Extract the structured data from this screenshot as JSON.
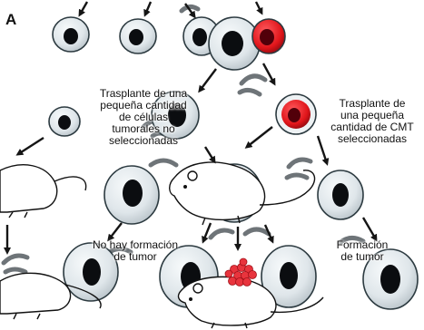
{
  "panel_label": "A",
  "left_branch": {
    "lines": [
      "Trasplante de una",
      "pequeña cantidad",
      "de células",
      "tumorales no",
      "seleccionadas"
    ],
    "result_lines": [
      "No hay formación",
      "de tumor"
    ]
  },
  "right_branch": {
    "lines": [
      "Trasplante de",
      "una pequeña",
      "cantidad de CMT",
      "seleccionadas"
    ],
    "result_lines": [
      "Formación",
      "de tumor"
    ]
  },
  "colors": {
    "cell_fill": "#dfe6ea",
    "cell_outline": "#2c3a40",
    "nucleus": "#0b0d10",
    "stem_cell_fill": "#e0151a",
    "stem_cell_nucleus": "#52000a",
    "tumor": "#e8343d",
    "arrow": "#151515",
    "membrane_arc": "#6e7478"
  },
  "icons": [
    "cell-icon",
    "cancer-stem-cell-icon",
    "mouse-icon",
    "tumor-mass-icon",
    "arrow-icon"
  ]
}
